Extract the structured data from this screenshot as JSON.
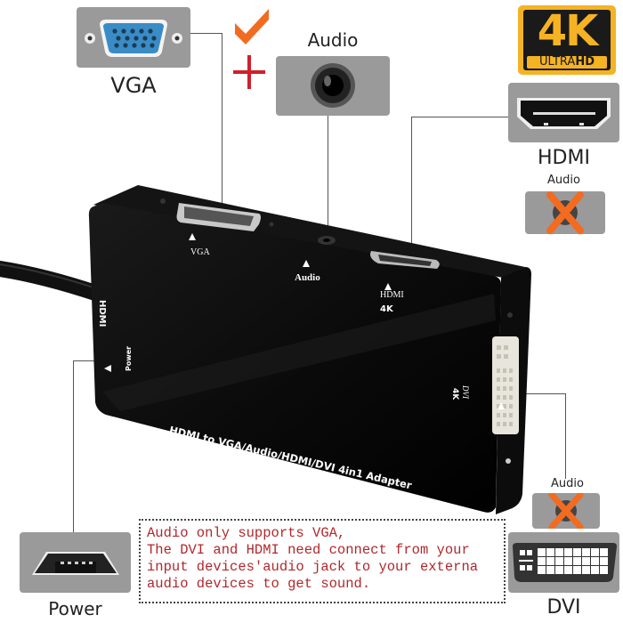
{
  "callouts": {
    "vga": {
      "label": "VGA"
    },
    "audio_top": {
      "label": "Audio"
    },
    "hdmi": {
      "label": "HDMI",
      "sub_label": "Audio"
    },
    "badge_4k": {
      "big": "4K",
      "small_light": "ULTRA",
      "small_bold": "HD"
    },
    "dvi": {
      "label": "DVI",
      "sub_label": "Audio"
    },
    "power": {
      "label": "Power"
    }
  },
  "indicators": {
    "vga_check": "check-icon",
    "plus": "+",
    "hdmi_audio": "cross-icon",
    "dvi_audio": "cross-icon"
  },
  "device": {
    "port_labels": {
      "vga": "VGA",
      "audio": "Audio",
      "hdmi": "HDMI",
      "hdmi_4k": "4K",
      "hdmi_input": "HDMI",
      "power": "Power",
      "dvi": "DVI",
      "dvi_4k": "4K"
    },
    "product_name": "HDMI to VGA/Audio/HDMI/DVI 4in1 Adapter"
  },
  "note": {
    "lines": [
      "Audio only supports VGA,",
      "The DVI and HDMI need connect from your",
      "input devices'audio jack to your externa",
      "audio devices to get sound."
    ]
  },
  "colors": {
    "box_gray": "#9a9a9a",
    "check_orange": "#f26b21",
    "plus_red": "#d0202a",
    "note_red": "#b0282c",
    "badge_gold": "#f5b324",
    "vga_blue": "#3a8cc6"
  }
}
